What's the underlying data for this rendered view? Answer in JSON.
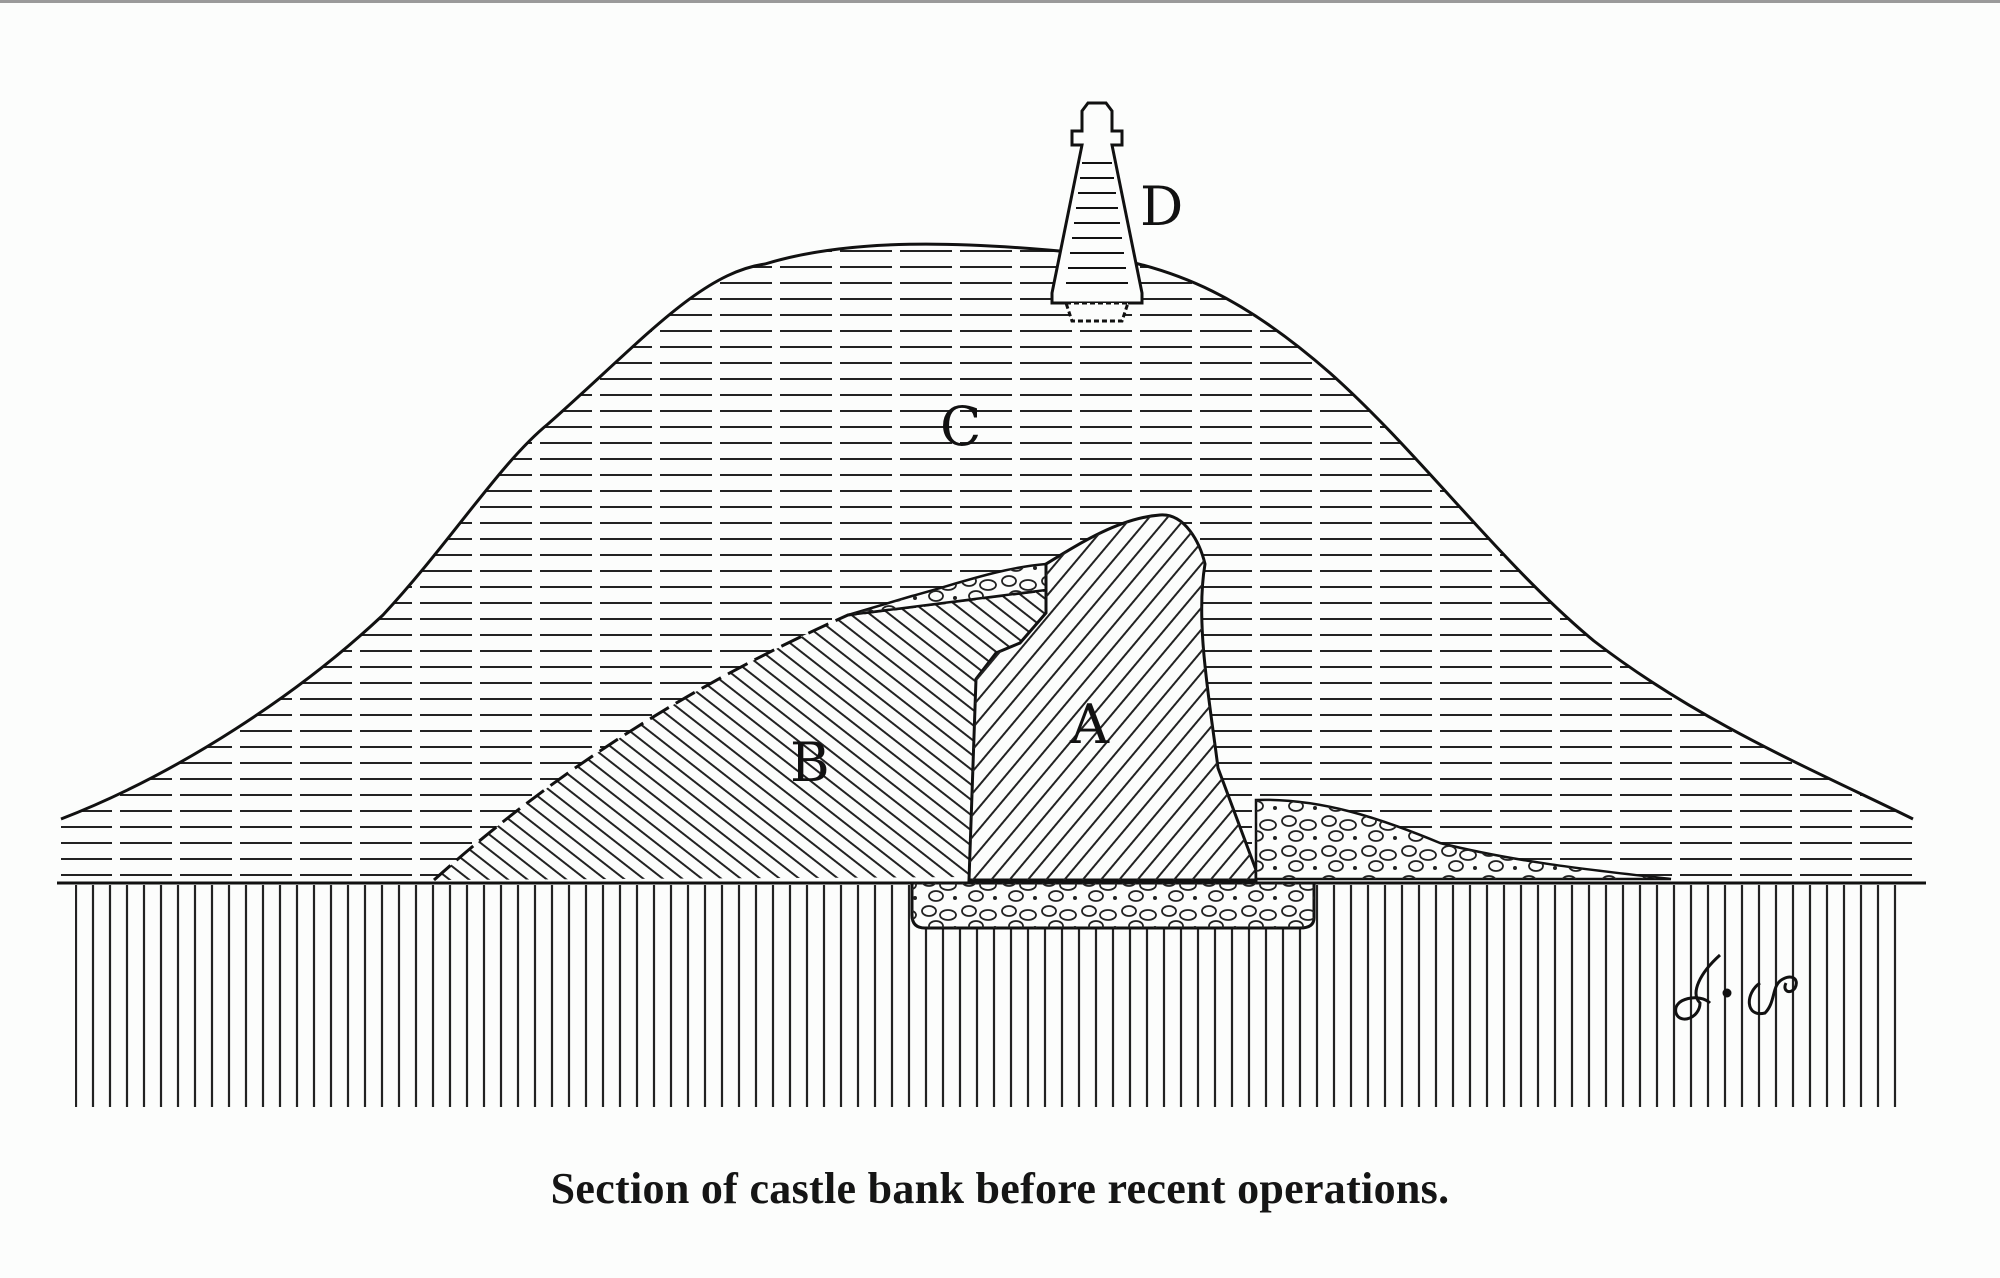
{
  "figure": {
    "labels": {
      "A": "A",
      "B": "B",
      "C": "C",
      "D": "D"
    },
    "caption": "Section of castle bank before recent operations.",
    "signature": "J.G."
  }
}
